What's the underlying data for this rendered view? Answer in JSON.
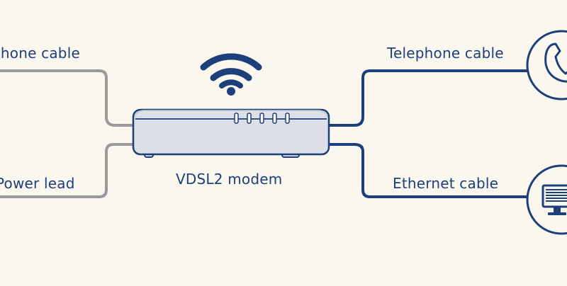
{
  "labels": {
    "left_top": "phone cable",
    "left_bottom": "Power lead",
    "right_top": "Telephone cable",
    "right_bottom": "Ethernet cable",
    "device": "VDSL2 modem"
  },
  "icons": {
    "wifi": "wifi-icon",
    "phone": "telephone-handset-icon",
    "computer": "computer-monitor-icon"
  },
  "colors": {
    "background": "#faf7ef",
    "accent": "#1d3f7a",
    "grey_cable": "#9a9a9a",
    "modem_body": "#dcdfe6",
    "modem_outline": "#1d3f7a"
  }
}
